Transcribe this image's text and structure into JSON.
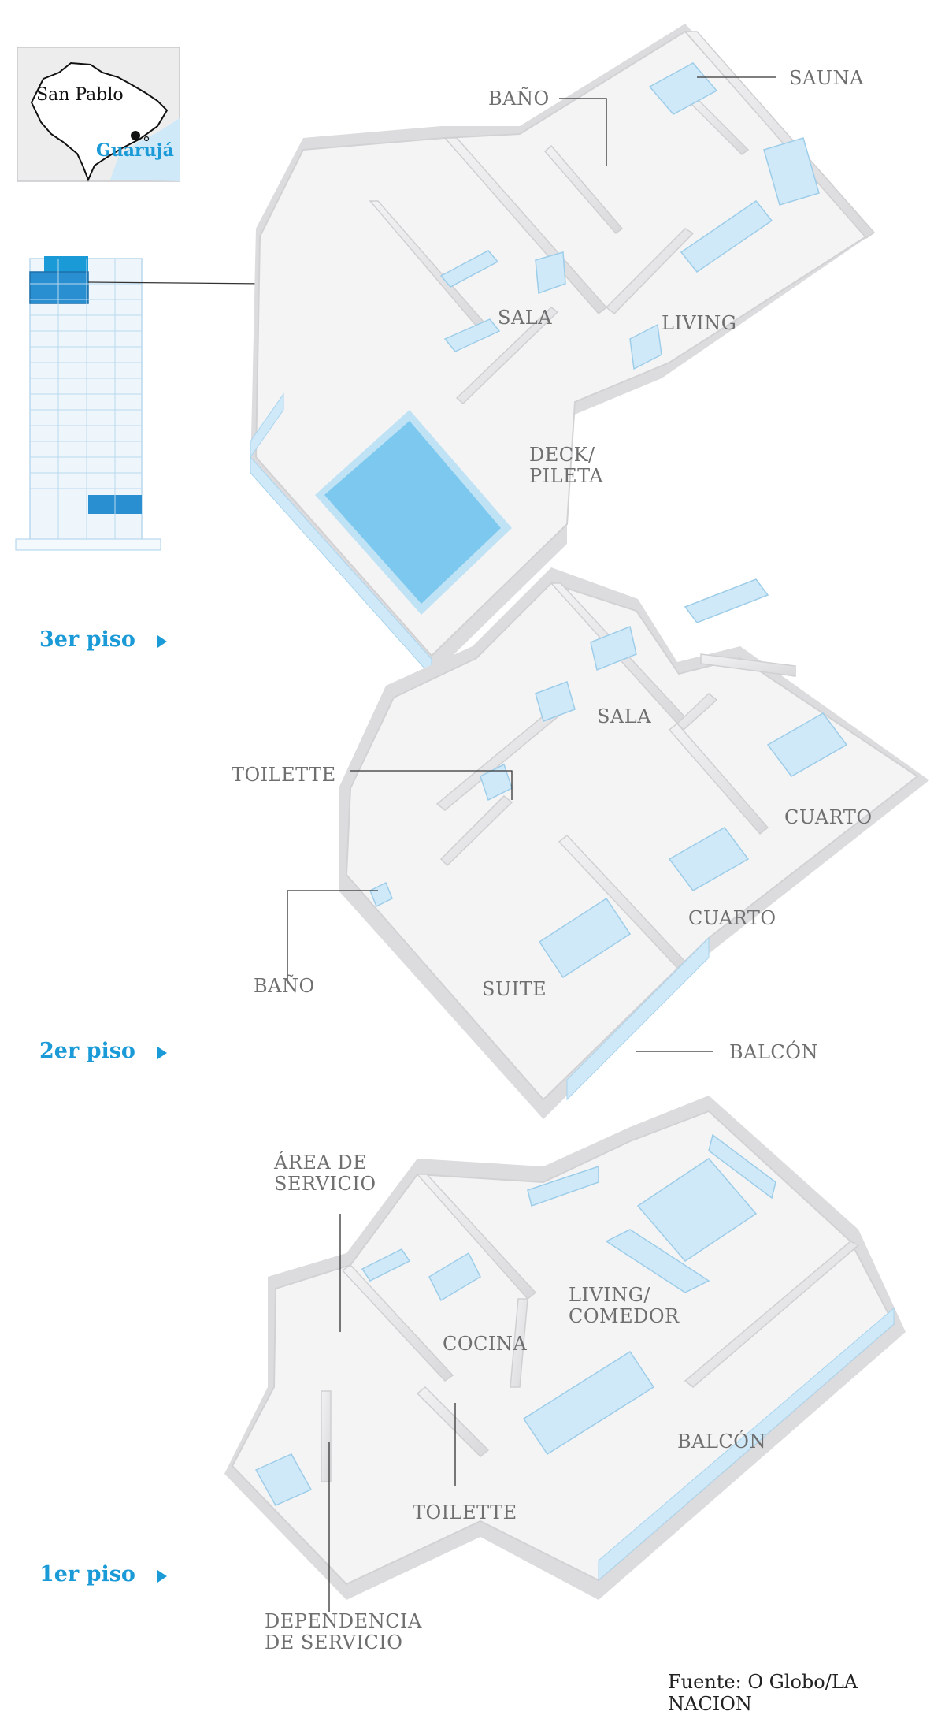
{
  "map": {
    "state": "San Pablo",
    "city": "Guarujá"
  },
  "floors": {
    "third": "3er piso",
    "second": "2er piso",
    "first": "1er piso"
  },
  "rooms3": {
    "bano": "BAÑO",
    "sauna": "SAUNA",
    "sala": "SALA",
    "living": "LIVING",
    "deck": "DECK/\nPILETA"
  },
  "rooms2": {
    "sala": "SALA",
    "toilette": "TOILETTE",
    "cuarto1": "CUARTO",
    "cuarto2": "CUARTO",
    "bano": "BAÑO",
    "suite": "SUITE",
    "balcon": "BALCÓN"
  },
  "rooms1": {
    "area": "ÁREA DE\nSERVICIO",
    "living": "LIVING/\nCOMEDOR",
    "cocina": "COCINA",
    "balcon": "BALCÓN",
    "toilette": "TOILETTE",
    "dependencia": "DEPENDENCIA\nDE SERVICIO"
  },
  "source": "Fuente: O Globo/LA NACION",
  "colors": {
    "accent": "#1a9ad6",
    "pool": "#7cc8ef",
    "furniture": "#cfe9f8",
    "wall": "#e6e6e8",
    "floor": "#f4f4f5",
    "label": "#6f6f6f"
  }
}
